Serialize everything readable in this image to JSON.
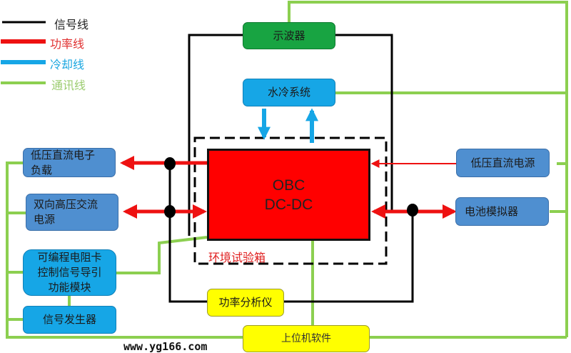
{
  "legend": [
    {
      "label": "信号线",
      "color": "#000000",
      "icon": "signal-line-icon"
    },
    {
      "label": "功率线",
      "color": "#ee1111",
      "icon": "power-line-icon"
    },
    {
      "label": "冷却线",
      "color": "#16a6e6",
      "icon": "cooling-line-icon"
    },
    {
      "label": "通讯线",
      "color": "#8ccf50",
      "icon": "communication-line-icon"
    }
  ],
  "nodes": {
    "oscilloscope": "示波器",
    "water_cooling": "水冷系统",
    "dut_line1": "OBC",
    "dut_line2": "DC-DC",
    "chamber": "环境试验箱",
    "dc_load_line1": "低压直流电子",
    "dc_load_line2": "负载",
    "ac_source_line1": "双向高压交流",
    "ac_source_line2": "电源",
    "resistor_card_line1": "可编程电阻卡",
    "resistor_card_line2": "控制信号导引",
    "resistor_card_line3": "功能模块",
    "signal_generator": "信号发生器",
    "dc_source": "低压直流电源",
    "battery_sim": "电池模拟器",
    "power_analyzer": "功率分析仪",
    "host_pc": "上位机软件"
  },
  "watermark": "www.yg166.com",
  "colors": {
    "signal": "#000000",
    "power": "#ee1111",
    "cooling": "#16a6e6",
    "comm": "#8ccf50"
  }
}
